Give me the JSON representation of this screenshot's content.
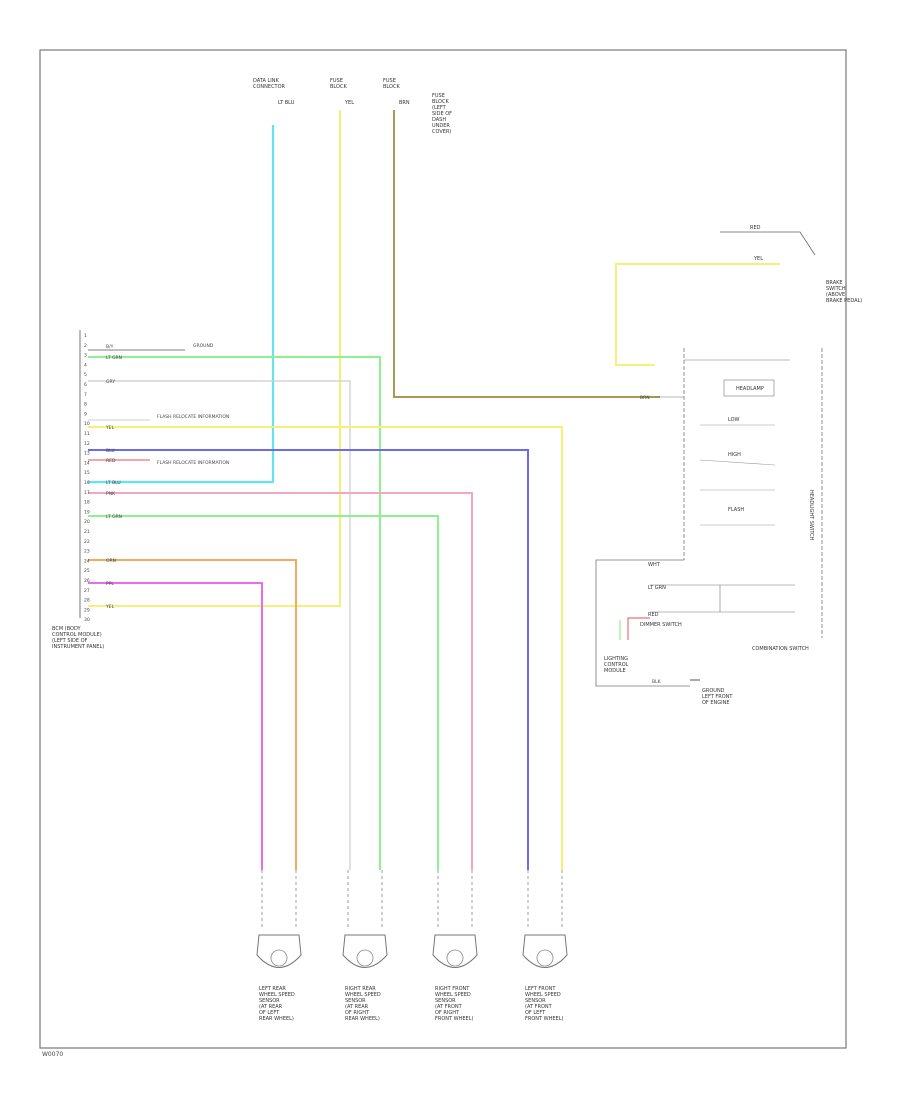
{
  "figure_id": "W0070",
  "module": {
    "label_lines": [
      "BCM (BODY",
      "CONTROL MODULE)",
      "(LEFT SIDE OF",
      "INSTRUMENT PANEL)"
    ]
  },
  "connector_pins": [
    "1",
    "2",
    "3",
    "4",
    "5",
    "6",
    "7",
    "8",
    "9",
    "10",
    "11",
    "12",
    "13",
    "14",
    "15",
    "16",
    "17",
    "18",
    "19",
    "20",
    "21",
    "22",
    "23",
    "24",
    "25",
    "26",
    "27",
    "28",
    "29",
    "30"
  ],
  "wires": {
    "w1": "B/Y",
    "w2": "LT GRN",
    "w3": "GRY",
    "w4": "YEL",
    "w5": "BLU",
    "w6": "RED",
    "w7": "LT BLU",
    "w8": "PNK",
    "w9": "LT GRN",
    "w10": "ORN",
    "w11": "PPL",
    "w12": "YEL",
    "w13": "BRN",
    "w14": "BLK"
  },
  "refs": {
    "ref1": "GROUND",
    "ref2": "FLASH RELOCATE INFORMATION",
    "ref3": "FLASH RELOCATE INFORMATION"
  },
  "top_sources": [
    {
      "lines": [
        "DATA LINK",
        "CONNECTOR"
      ],
      "wire": "LT BLU"
    },
    {
      "lines": [
        "FUSE",
        "BLOCK"
      ],
      "wire": "YEL"
    },
    {
      "lines": [
        "FUSE",
        "BLOCK"
      ],
      "wire": "BRN"
    }
  ],
  "fuse_note_lines": [
    "FUSE",
    "BLOCK",
    "(LEFT",
    "SIDE OF",
    "DASH",
    "UNDER",
    "COVER)"
  ],
  "brake_switch": {
    "label_lines": [
      "BRAKE",
      "SWITCH",
      "(ABOVE",
      "BRAKE PEDAL)"
    ],
    "wire_in": "YEL",
    "wire_out": "RED"
  },
  "combination_switch": {
    "label": "COMBINATION SWITCH",
    "side_label": "HEADLIGHT SWITCH",
    "items": [
      "HEADLAMP",
      "LOW",
      "HIGH",
      "FLASH"
    ]
  },
  "inset": {
    "label_lines": [
      "LIGHTING",
      "CONTROL",
      "MODULE"
    ],
    "wire_top": "WHT",
    "wire_mid": "LT GRN",
    "wire_low": "RED",
    "note": "DIMMER SWITCH",
    "ground_lines": [
      "GROUND",
      "LEFT FRONT",
      "OF ENGINE"
    ]
  },
  "sensors": [
    {
      "lines": [
        "LEFT REAR",
        "WHEEL SPEED",
        "SENSOR",
        "(AT REAR",
        "OF LEFT",
        "REAR WHEEL)"
      ]
    },
    {
      "lines": [
        "RIGHT REAR",
        "WHEEL SPEED",
        "SENSOR",
        "(AT REAR",
        "OF RIGHT",
        "REAR WHEEL)"
      ]
    },
    {
      "lines": [
        "RIGHT FRONT",
        "WHEEL SPEED",
        "SENSOR",
        "(AT FRONT",
        "OF RIGHT",
        "FRONT WHEEL)"
      ]
    },
    {
      "lines": [
        "LEFT FRONT",
        "WHEEL SPEED",
        "SENSOR",
        "(AT FRONT",
        "OF LEFT",
        "FRONT WHEEL)"
      ]
    }
  ],
  "colors": {
    "lt_blu": "#66e3f0",
    "yel": "#f5f07a",
    "brn": "#a89a55",
    "grn": "#8ef08e",
    "gry": "#cccccc",
    "blu": "#6b6bf2",
    "red": "#f07070",
    "pnk": "#f2a6c2",
    "orn": "#f5a860",
    "ppl": "#ea6ce8",
    "blk": "#555555",
    "frame": "#777777"
  }
}
